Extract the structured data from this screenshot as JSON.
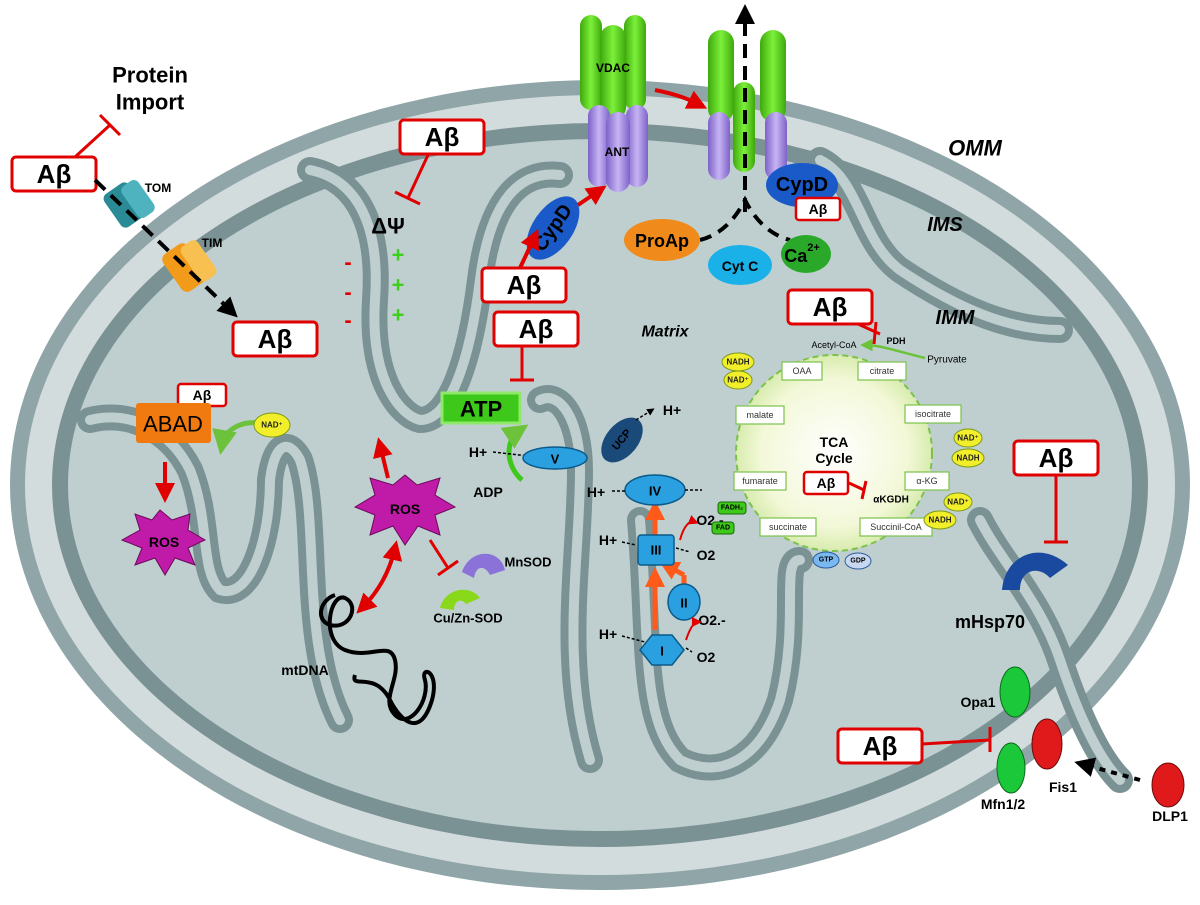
{
  "labels": {
    "protein_import": [
      "Protein",
      "Import"
    ],
    "tom": "TOM",
    "tim": "TIM",
    "delta_psi": "ΔΨ",
    "vdac": "VDAC",
    "ant": "ANT",
    "cypd": "CypD",
    "proap": "ProAp",
    "cytc": "Cyt C",
    "ca": "Ca",
    "ca_sup": "2+",
    "omm": "OMM",
    "ims": "IMS",
    "imm": "IMM",
    "matrix": "Matrix",
    "atp": "ATP",
    "adp": "ADP",
    "hplus": "H+",
    "complex_v": "V",
    "ucp": "UCP",
    "complex_iv": "IV",
    "complex_iii": "III",
    "complex_ii": "II",
    "complex_i": "I",
    "o2": "O2",
    "o2_radical": "O2.-",
    "abad": "ABAD",
    "nadplus": "NAD⁺",
    "ros": "ROS",
    "mnsod": "MnSOD",
    "cuznsod": "Cu/Zn-SOD",
    "mtdna": "mtDNA",
    "mhsp70": "mHsp70",
    "opa1": "Opa1",
    "mfn": "Mfn1/2",
    "fis1": "Fis1",
    "dlp1": "DLP1",
    "abeta": "Aβ"
  },
  "tca": {
    "title": "TCA",
    "subtitle": "Cycle",
    "acetyl": "Acetyl-CoA",
    "pdh": "PDH",
    "pyruvate": "Pyruvate",
    "oaa": "OAA",
    "citrate": "citrate",
    "isocitrate": "isocitrate",
    "akg": "α-KG",
    "akgdh": "αKGDH",
    "succinylcoa": "Succinil-CoA",
    "succinate": "succinate",
    "fumarate": "fumarate",
    "malate": "malate",
    "nadh": "NADH",
    "nadp": "NAD⁺",
    "fadh": "FADH₂",
    "fad": "FAD",
    "gtp": "GTP",
    "gdp": "GDP"
  },
  "colors": {
    "outer_membrane": "#8fa5a8",
    "ims": "#d3dcdc",
    "inner_membrane": "#7b9295",
    "matrix": "#bfcfcf",
    "vdac": "#5ad21a",
    "ant": "#a58ae6",
    "inhibit": "#e00000",
    "complex": "#2aa0e0"
  }
}
